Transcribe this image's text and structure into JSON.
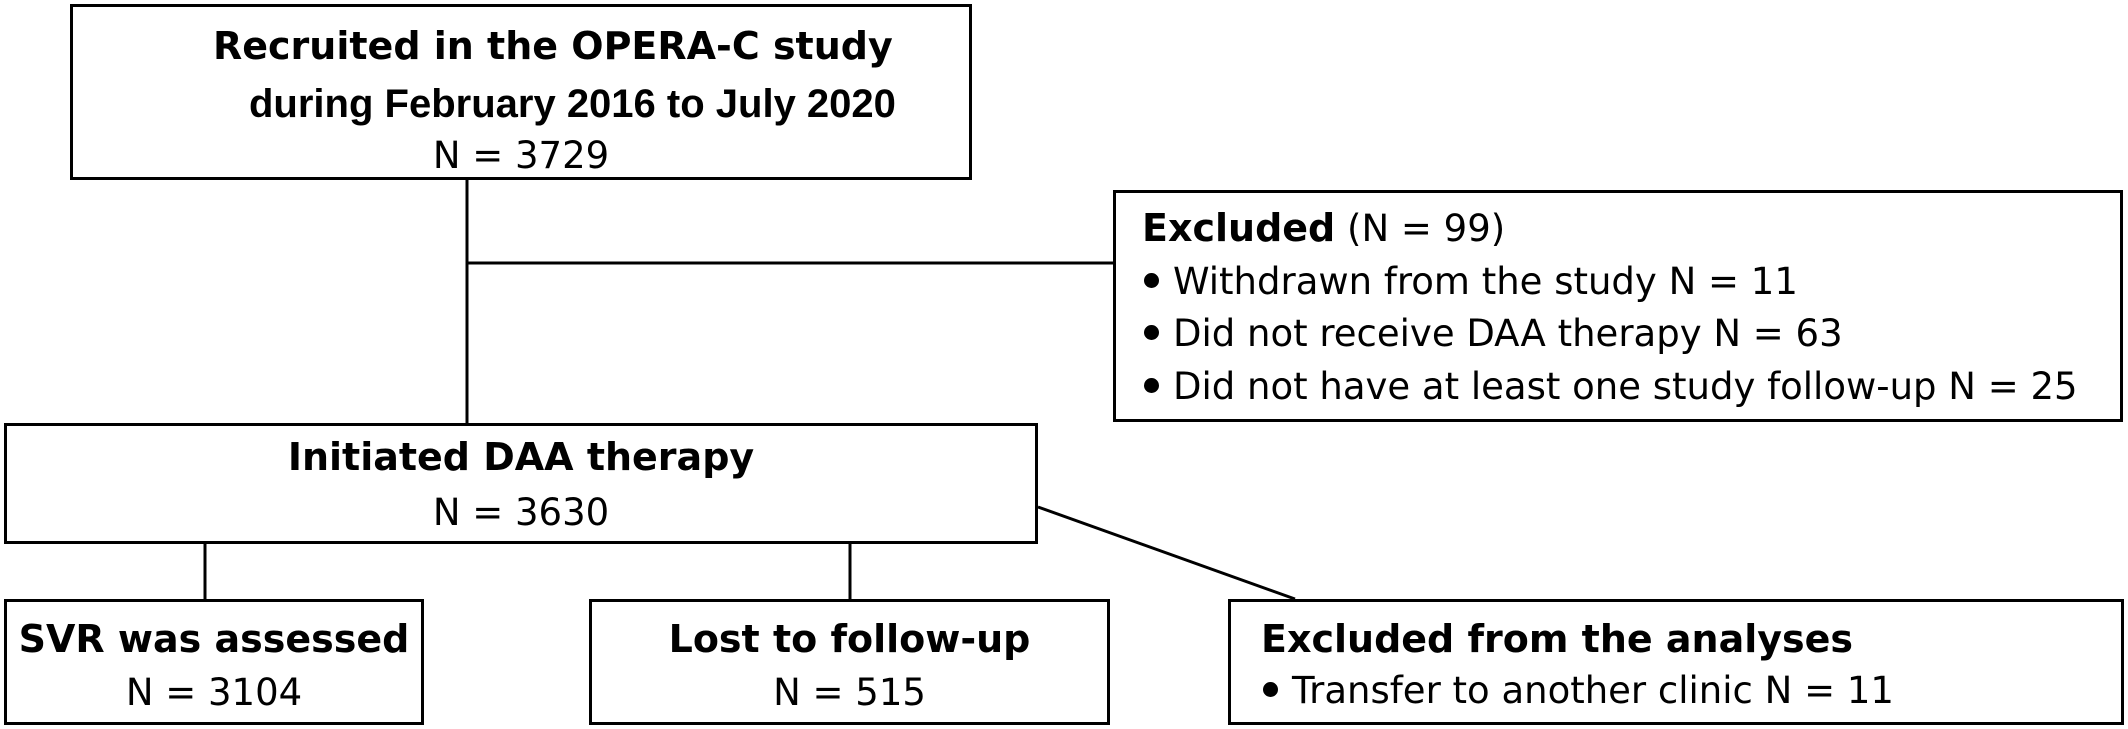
{
  "recruited": {
    "line1": "Recruited in the OPERA-C study",
    "line2": "during February 2016 to July 2020",
    "count": "N = 3729"
  },
  "excluded": {
    "heading": "Excluded",
    "count": "(N = 99)",
    "items": [
      "Withdrawn from the study N = 11",
      "Did not receive DAA therapy N = 63",
      "Did not have at least one study follow-up N = 25"
    ]
  },
  "initiated": {
    "title": "Initiated DAA therapy",
    "count": "N = 3630"
  },
  "svr": {
    "title": "SVR was assessed",
    "count": "N = 3104"
  },
  "lost": {
    "title": "Lost to follow-up",
    "count": "N = 515"
  },
  "analyses": {
    "title": "Excluded from the analyses",
    "items": [
      "Transfer to another clinic N = 11"
    ]
  }
}
